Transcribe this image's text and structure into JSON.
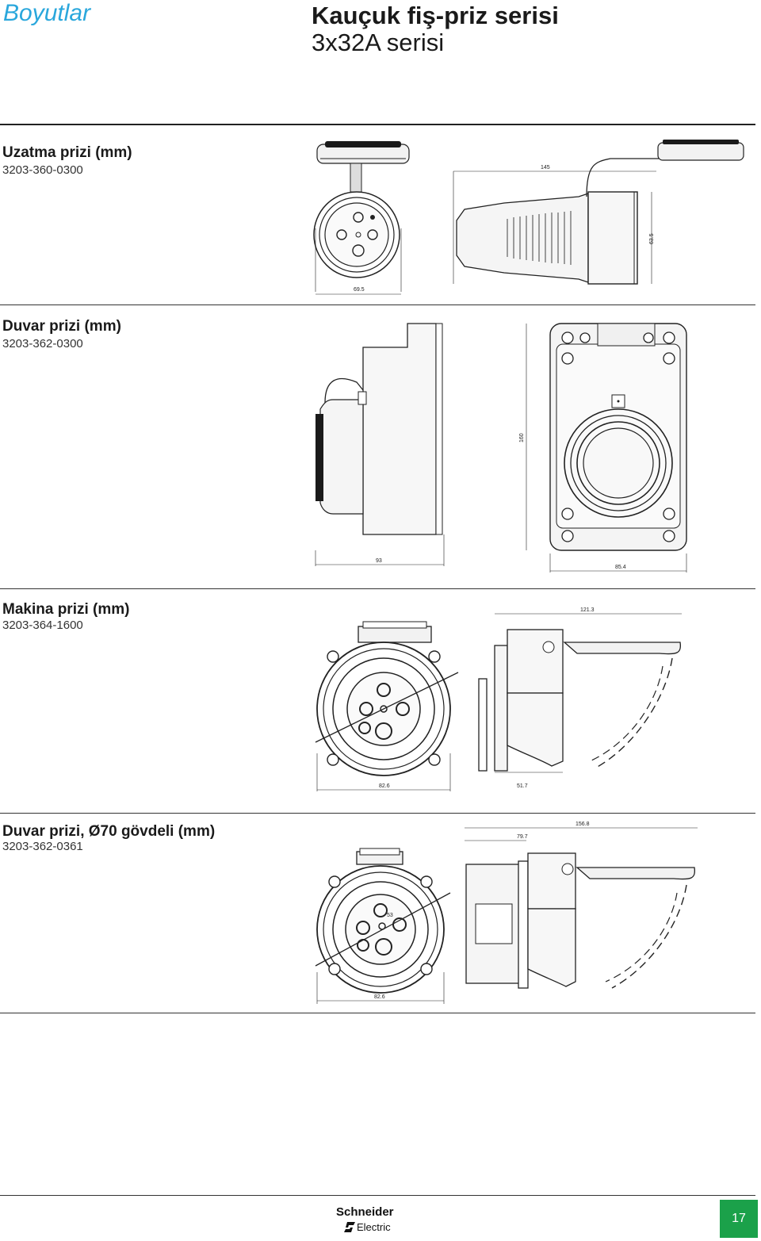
{
  "header": {
    "section_tag": "Boyutlar",
    "title": "Kauçuk fiş-priz serisi",
    "subtitle": "3x32A serisi"
  },
  "sections": [
    {
      "title": "Uzatma prizi (mm)",
      "code": "3203-360-0300",
      "dimensions": [
        "145",
        "69.5",
        "63.5"
      ]
    },
    {
      "title": "Duvar prizi (mm)",
      "code": "3203-362-0300",
      "dimensions": [
        "93",
        "160",
        "85.4"
      ]
    },
    {
      "title": "Makina prizi (mm)",
      "code": "3203-364-1600",
      "dimensions": [
        "121.3",
        "82.6",
        "51.7"
      ]
    },
    {
      "title": "Duvar prizi, Ø70 gövdeli (mm)",
      "code": "3203-362-0361",
      "dimensions": [
        "156.8",
        "79.7",
        "82.6",
        "53"
      ]
    }
  ],
  "footer": {
    "brand_line1": "Schneider",
    "brand_line2": "Electric",
    "page_number": "17"
  },
  "colors": {
    "section_tag": "#2aa7dc",
    "page_badge": "#1ba14a",
    "logo": "#111111"
  },
  "icons": [
    "schneider-electric-logo"
  ]
}
